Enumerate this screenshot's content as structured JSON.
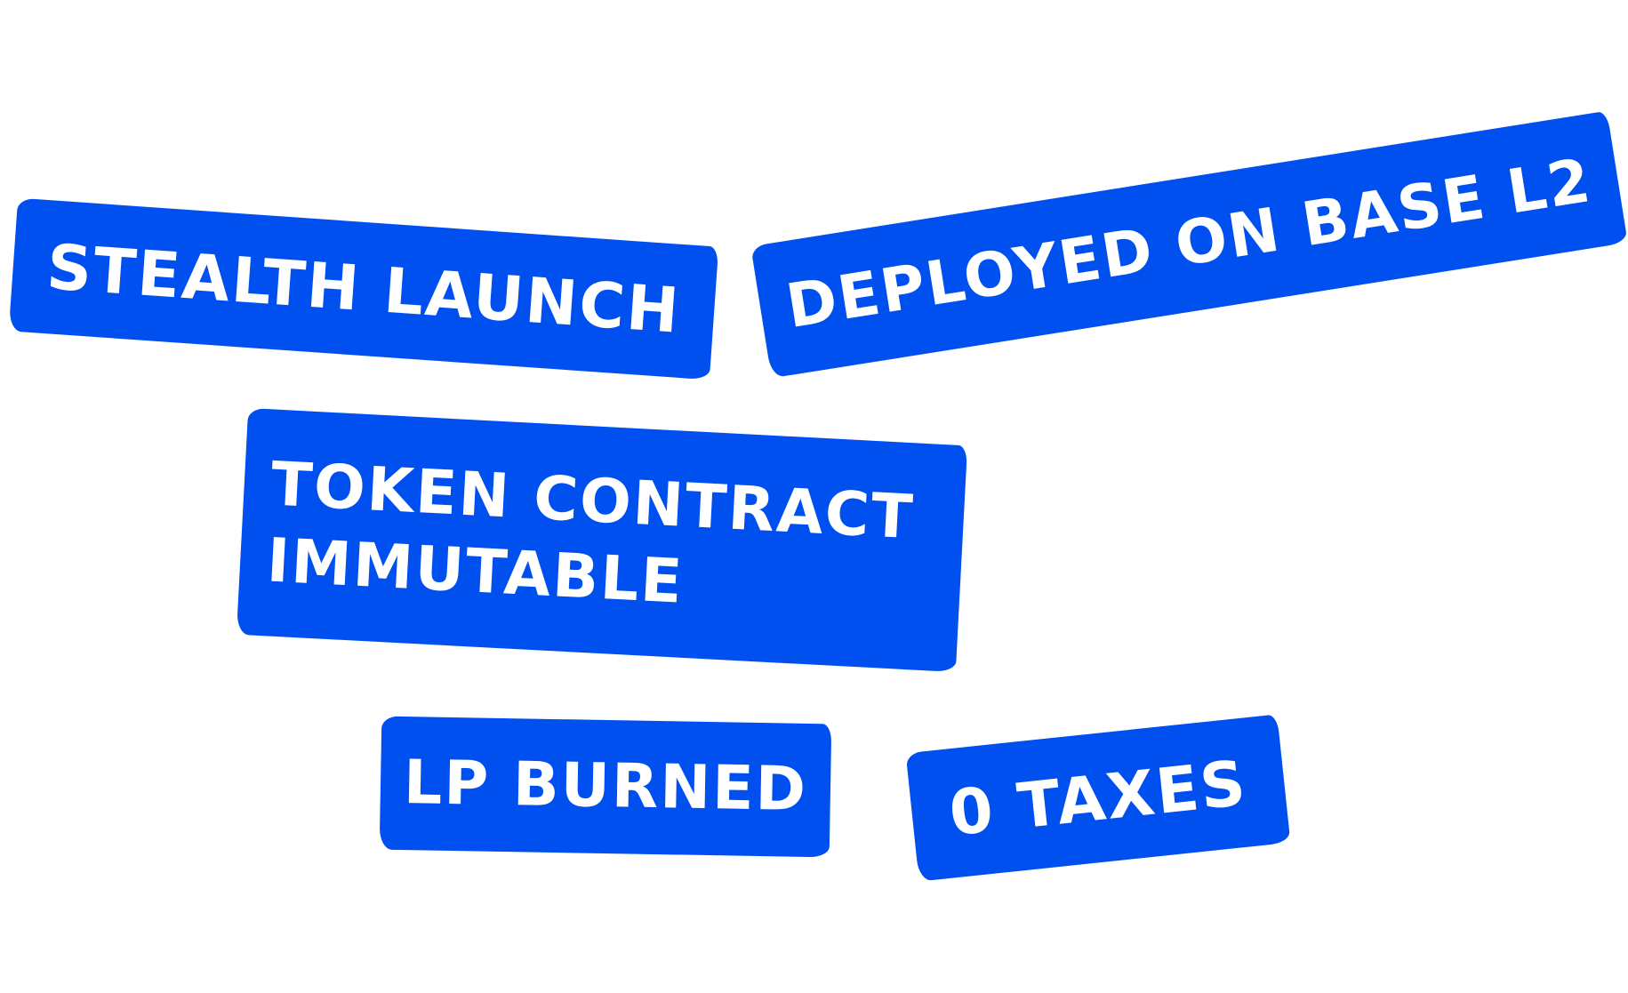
{
  "accent_color": "#0050f0",
  "text_color": "#ffffff",
  "tags": [
    {
      "label": "Stealth Launch"
    },
    {
      "label": "Deployed on Base L2"
    },
    {
      "label": "Token Contract Immutable",
      "lines": [
        "Token Contract",
        "Immutable"
      ]
    },
    {
      "label": "LP Burned"
    },
    {
      "label": "0 Taxes"
    }
  ]
}
